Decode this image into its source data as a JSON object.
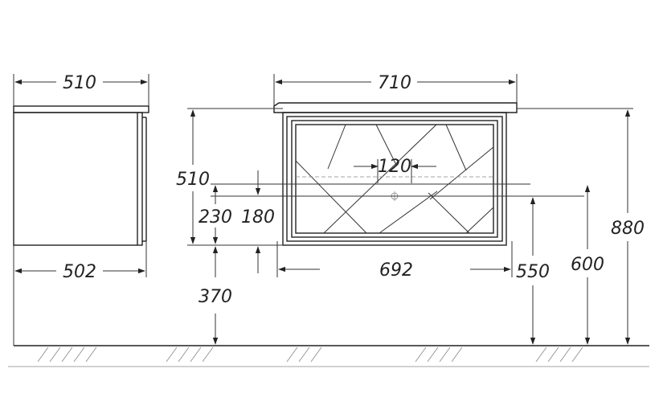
{
  "dimensions": {
    "side_depth_top": "510",
    "side_depth_bottom": "502",
    "front_width_top": "710",
    "sink_spacing": "120",
    "panel_width": "692",
    "body_height": "510",
    "drain_height": "230",
    "drain_range": "180",
    "leg_height": "370",
    "outlet_height_1": "550",
    "outlet_height_2": "600",
    "total_height": "880"
  }
}
